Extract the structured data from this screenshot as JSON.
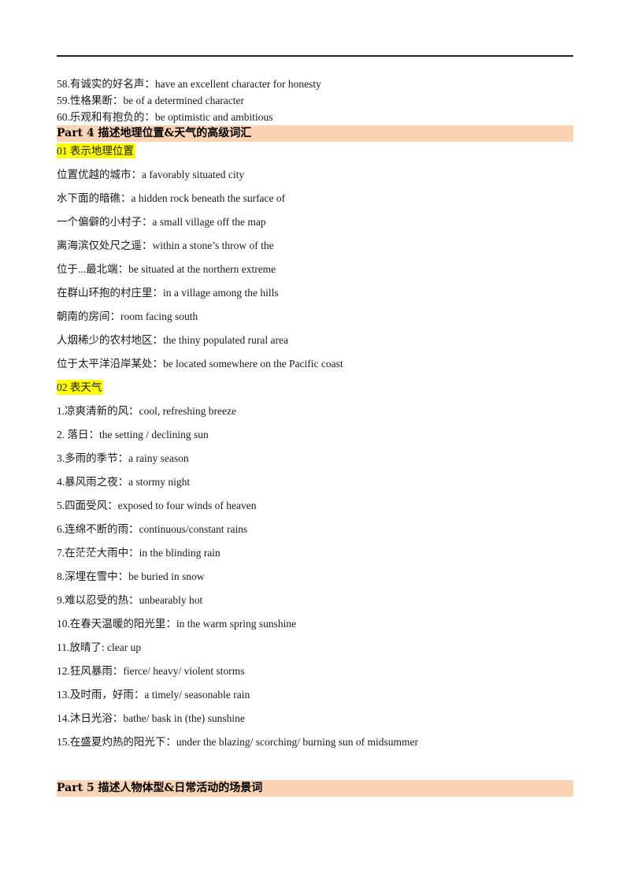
{
  "top_lines": [
    "58.有诚实的好名声：have an excellent character for honesty",
    "59.性格果断：be of a determined character",
    "60.乐观和有抱负的：be optimistic and ambitious"
  ],
  "part4": {
    "title": "Part  4  描述地理位置&天气的高级词汇",
    "section1": {
      "heading": "01 表示地理位置",
      "items": [
        "位置优越的城市：a favorably situated city",
        "水下面的暗礁：a hidden rock beneath the surface of",
        "一个偏僻的小村子：a small village off the map",
        "离海滨仅处尺之遥：within a stone’s throw of the",
        "位于...最北端：be situated at the northern extreme",
        "在群山环抱的村庄里：in a village among the hills",
        "朝南的房间：room facing south",
        "人烟稀少的农村地区：the thiny populated rural area",
        "位于太平洋沿岸某处：be located somewhere on the Pacific coast"
      ]
    },
    "section2": {
      "heading": "02 表天气",
      "items": [
        "1.凉爽清新的风：cool, refreshing breeze",
        "2.  落日：the setting / declining sun",
        "3.多雨的季节：a rainy season",
        "4.暴风雨之夜：a stormy night",
        "5.四面受风：exposed to four winds of heaven",
        "6.连绵不断的雨：continuous/constant rains",
        "7.在茫茫大雨中：in the blinding rain",
        "8.深埋在雪中：be buried in snow",
        "9.难以忍受的热：unbearably hot",
        "10.在春天温暖的阳光里：in the warm spring sunshine",
        "11.放晴了: clear up",
        "12.狂风暴雨：fierce/ heavy/ violent storms",
        "13.及时雨，好雨：a timely/ seasonable rain",
        "14.沐日光浴：bathe/ bask in (the) sunshine",
        "15.在盛夏灼热的阳光下：under the blazing/ scorching/ burning sun    of midsummer"
      ]
    }
  },
  "part5": {
    "title": "Part  5  描述人物体型&日常活动的场景词"
  },
  "colors": {
    "part_band": "#fbd3b5",
    "highlight": "#ffff00",
    "rule": "#222222"
  }
}
